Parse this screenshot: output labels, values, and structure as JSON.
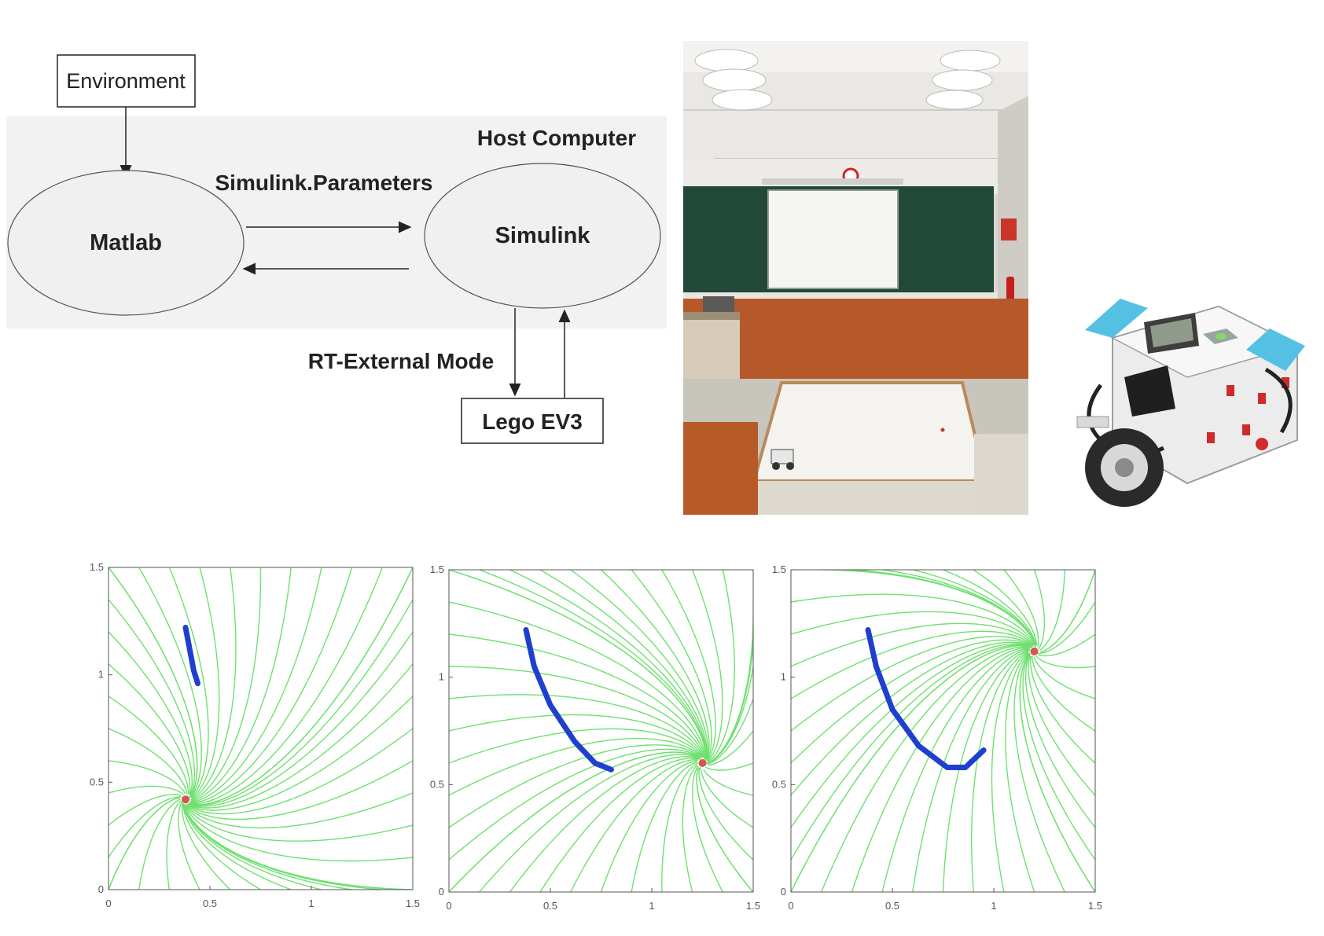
{
  "diagram": {
    "environment_label": "Environment",
    "host_computer_label": "Host Computer",
    "matlab_label": "Matlab",
    "simulink_label": "Simulink",
    "simulink_parameters_label": "Simulink.Parameters",
    "rt_external_mode_label": "RT-External Mode",
    "lego_label": "Lego EV3"
  },
  "colors": {
    "streamline": "#6fe06f",
    "trajectory": "#1f3fcf",
    "panel_bg": "#f2f2f2",
    "ellipse_fill": "#f0f0f0"
  },
  "plots": [
    {
      "x_ticks": [
        "0",
        "0.5",
        "1",
        "1.5"
      ],
      "y_ticks": [
        "0",
        "0.5",
        "1",
        "1.5"
      ],
      "xlim": [
        0,
        1.5
      ],
      "ylim": [
        0,
        1.5
      ],
      "attractor": [
        0.38,
        0.42
      ],
      "trajectory": [
        [
          0.38,
          1.22
        ],
        [
          0.4,
          1.12
        ],
        [
          0.42,
          1.02
        ],
        [
          0.44,
          0.96
        ]
      ]
    },
    {
      "x_ticks": [
        "0",
        "0.5",
        "1",
        "1.5"
      ],
      "y_ticks": [
        "0",
        "0.5",
        "1",
        "1.5"
      ],
      "xlim": [
        0,
        1.5
      ],
      "ylim": [
        0,
        1.5
      ],
      "attractor": [
        1.25,
        0.6
      ],
      "trajectory": [
        [
          0.38,
          1.22
        ],
        [
          0.42,
          1.05
        ],
        [
          0.5,
          0.87
        ],
        [
          0.62,
          0.7
        ],
        [
          0.72,
          0.6
        ],
        [
          0.8,
          0.57
        ]
      ]
    },
    {
      "x_ticks": [
        "0",
        "0.5",
        "1",
        "1.5"
      ],
      "y_ticks": [
        "0",
        "0.5",
        "1",
        "1.5"
      ],
      "xlim": [
        0,
        1.5
      ],
      "ylim": [
        0,
        1.5
      ],
      "attractor": [
        1.2,
        1.12
      ],
      "trajectory": [
        [
          0.38,
          1.22
        ],
        [
          0.42,
          1.05
        ],
        [
          0.5,
          0.85
        ],
        [
          0.63,
          0.68
        ],
        [
          0.77,
          0.58
        ],
        [
          0.86,
          0.58
        ],
        [
          0.95,
          0.66
        ]
      ]
    }
  ]
}
